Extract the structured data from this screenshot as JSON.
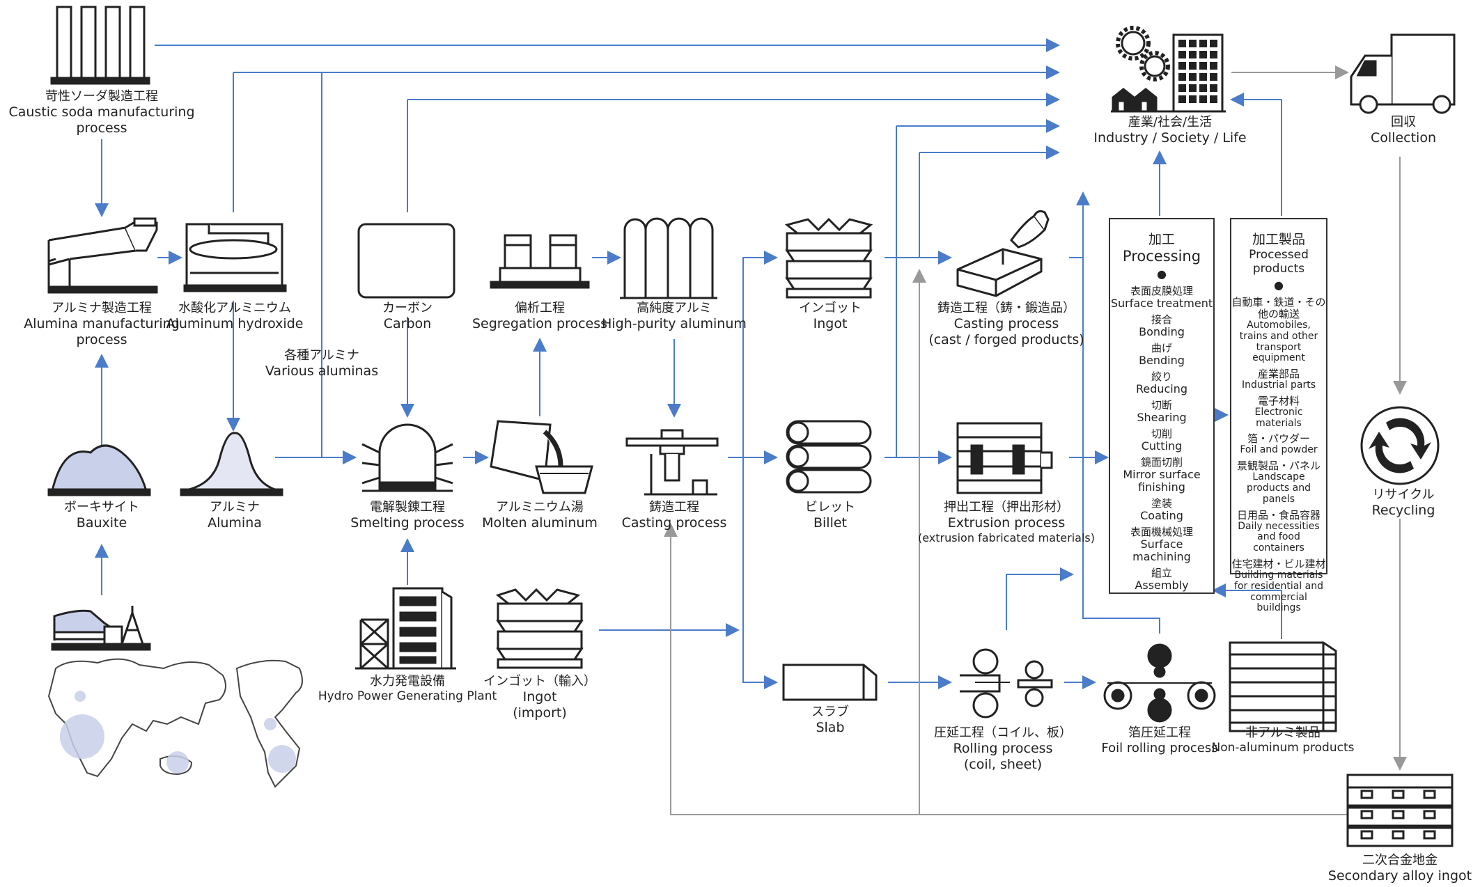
{
  "colors": {
    "flow": "#4a7cc9",
    "recycle": "#999999",
    "stroke": "#222222",
    "fill": "#c8d0ea"
  },
  "nodes": {
    "caustic": {
      "jp": "苛性ソーダ製造工程",
      "en1": "Caustic soda manufacturing",
      "en2": "process"
    },
    "alumina_mfg": {
      "jp": "アルミナ製造工程",
      "en1": "Alumina manufacturing",
      "en2": "process"
    },
    "hydroxide": {
      "jp": "水酸化アルミニウム",
      "en1": "Aluminum hydroxide"
    },
    "carbon": {
      "jp": "カーボン",
      "en1": "Carbon"
    },
    "segregation": {
      "jp": "偏析工程",
      "en1": "Segregation process"
    },
    "high_purity": {
      "jp": "高純度アルミ",
      "en1": "High-purity aluminum"
    },
    "ingot": {
      "jp": "インゴット",
      "en1": "Ingot"
    },
    "cast_forged": {
      "jp": "鋳造工程（鋳・鍛造品）",
      "en1": "Casting process",
      "en2": "(cast / forged products)"
    },
    "industry": {
      "jp": "産業/社会/生活",
      "en1": "Industry / Society / Life"
    },
    "collection": {
      "jp": "回収",
      "en1": "Collection"
    },
    "various_aluminas": {
      "jp": "各種アルミナ",
      "en1": "Various aluminas"
    },
    "bauxite": {
      "jp": "ボーキサイト",
      "en1": "Bauxite"
    },
    "alumina": {
      "jp": "アルミナ",
      "en1": "Alumina"
    },
    "smelting": {
      "jp": "電解製錬工程",
      "en1": "Smelting process"
    },
    "molten": {
      "jp": "アルミニウム湯",
      "en1": "Molten aluminum"
    },
    "casting": {
      "jp": "鋳造工程",
      "en1": "Casting process"
    },
    "billet": {
      "jp": "ビレット",
      "en1": "Billet"
    },
    "extrusion": {
      "jp": "押出工程（押出形材）",
      "en1": "Extrusion process",
      "en2": "(extrusion fabricated materials)"
    },
    "recycling": {
      "jp": "リサイクル",
      "en1": "Recycling"
    },
    "hydro": {
      "jp": "水力発電設備",
      "en1": "Hydro Power Generating Plant"
    },
    "ingot_import": {
      "jp": "インゴット（輸入）",
      "en1": "Ingot",
      "en2": "(import)"
    },
    "slab": {
      "jp": "スラブ",
      "en1": "Slab"
    },
    "rolling": {
      "jp": "圧延工程（コイル、板）",
      "en1": "Rolling process",
      "en2": "(coil, sheet)"
    },
    "foil": {
      "jp": "箔圧延工程",
      "en1": "Foil rolling process"
    },
    "non_al": {
      "jp": "非アルミ製品",
      "en1": "Non-aluminum products"
    },
    "secondary": {
      "jp": "二次合金地金",
      "en1": "Secondary alloy ingot"
    }
  },
  "processing": {
    "title_jp": "加工",
    "title_en": "Processing",
    "items": [
      {
        "jp": "表面皮膜処理",
        "en": "Surface treatment"
      },
      {
        "jp": "接合",
        "en": "Bonding"
      },
      {
        "jp": "曲げ",
        "en": "Bending"
      },
      {
        "jp": "絞り",
        "en": "Reducing"
      },
      {
        "jp": "切断",
        "en": "Shearing"
      },
      {
        "jp": "切削",
        "en": "Cutting"
      },
      {
        "jp": "鏡面切削",
        "en": "Mirror surface finishing"
      },
      {
        "jp": "塗装",
        "en": "Coating"
      },
      {
        "jp": "表面機械処理",
        "en": "Surface machining"
      },
      {
        "jp": "組立",
        "en": "Assembly"
      }
    ]
  },
  "products": {
    "title_jp": "加工製品",
    "title_en": "Processed products",
    "items": [
      {
        "jp": "自動車・鉄道・その他の輸送",
        "en": "Automobiles, trains and other transport equipment"
      },
      {
        "jp": "産業部品",
        "en": "Industrial parts"
      },
      {
        "jp": "電子材料",
        "en": "Electronic materials"
      },
      {
        "jp": "箔・パウダー",
        "en": "Foil and powder"
      },
      {
        "jp": "景観製品・パネル",
        "en": "Landscape products and panels"
      },
      {
        "jp": "日用品・食品容器",
        "en": "Daily necessities and food containers"
      },
      {
        "jp": "住宅建材・ビル建材",
        "en": "Building materials for residential and commercial buildings"
      }
    ]
  }
}
